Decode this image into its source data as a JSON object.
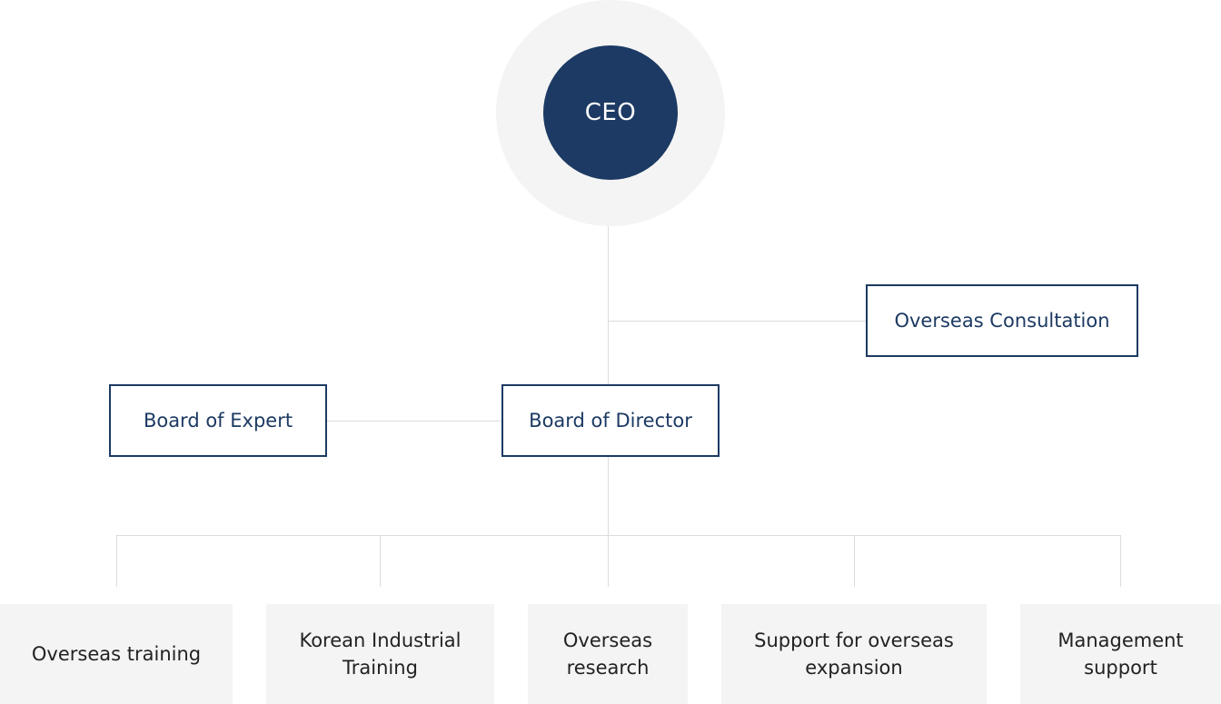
{
  "org_chart": {
    "ceo": {
      "label": "CEO"
    },
    "consultation": {
      "label": "Overseas Consultation"
    },
    "board_director": {
      "label": "Board of Director"
    },
    "board_expert": {
      "label": "Board of Expert"
    },
    "departments": [
      {
        "label": "Overseas training"
      },
      {
        "label": "Korean Industrial\nTraining"
      },
      {
        "label": "Overseas\nresearch"
      },
      {
        "label": "Support for overseas\nexpansion"
      },
      {
        "label": "Management\nsupport"
      }
    ]
  },
  "colors": {
    "primary": "#1c3a63",
    "halo": "#f4f4f4",
    "connector": "#dcdcdc",
    "dept_bg": "#f4f4f4"
  }
}
